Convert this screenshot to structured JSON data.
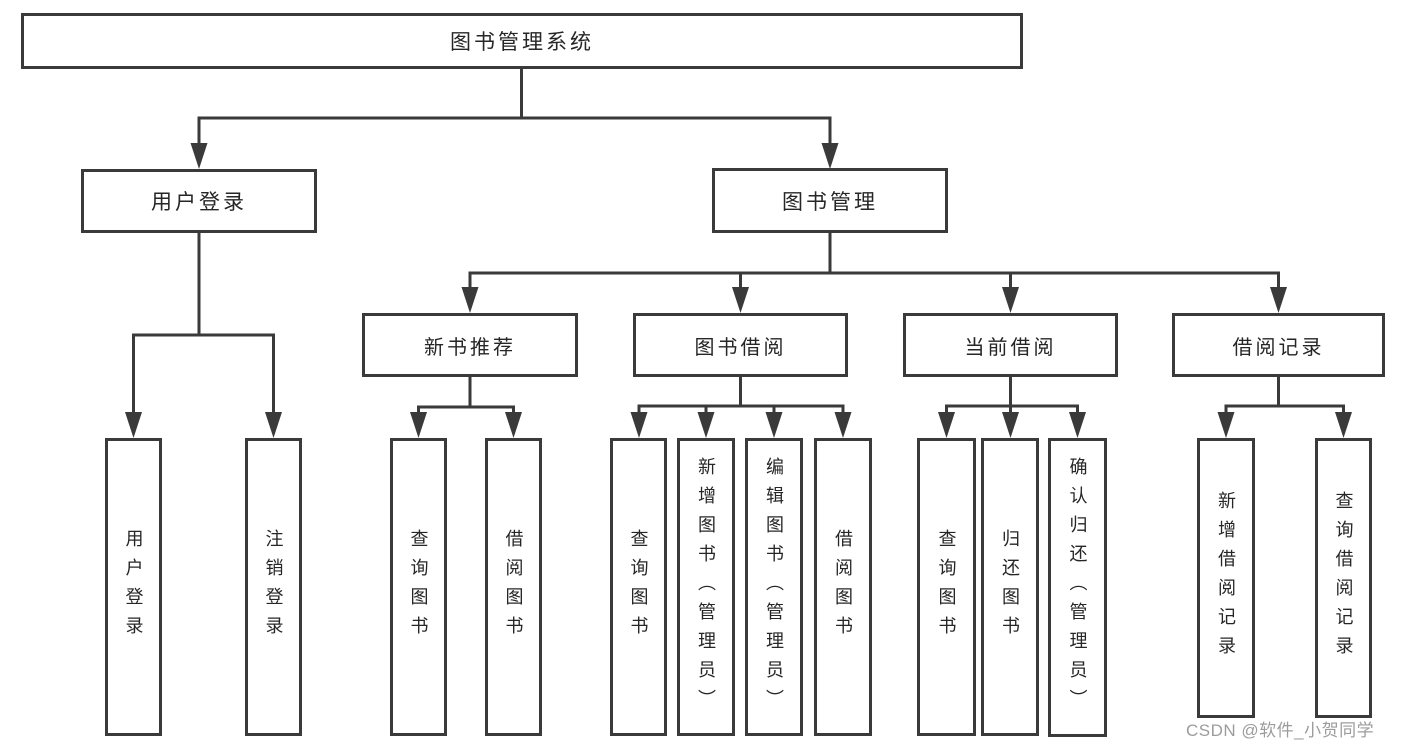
{
  "diagram": {
    "type": "hierarchy-tree",
    "root": {
      "label": "图书管理系统"
    },
    "branches": [
      {
        "label": "用户登录",
        "children": [
          {
            "label": "用户登录"
          },
          {
            "label": "注销登录"
          }
        ]
      },
      {
        "label": "图书管理",
        "children": [
          {
            "label": "新书推荐",
            "children": [
              {
                "label": "查询图书"
              },
              {
                "label": "借阅图书"
              }
            ]
          },
          {
            "label": "图书借阅",
            "children": [
              {
                "label": "查询图书"
              },
              {
                "label": "新增图书（管理员）"
              },
              {
                "label": "编辑图书（管理员）"
              },
              {
                "label": "借阅图书"
              }
            ]
          },
          {
            "label": "当前借阅",
            "children": [
              {
                "label": "查询图书"
              },
              {
                "label": "归还图书"
              },
              {
                "label": "确认归还（管理员）"
              }
            ]
          },
          {
            "label": "借阅记录",
            "children": [
              {
                "label": "新增借阅记录"
              },
              {
                "label": "查询借阅记录"
              }
            ]
          }
        ]
      }
    ]
  },
  "watermark": {
    "text": "CSDN @软件_小贺同学",
    "color": "#9c9c9c"
  },
  "colors": {
    "line": "#3a3a3a",
    "text": "#262626",
    "background": "#ffffff"
  }
}
